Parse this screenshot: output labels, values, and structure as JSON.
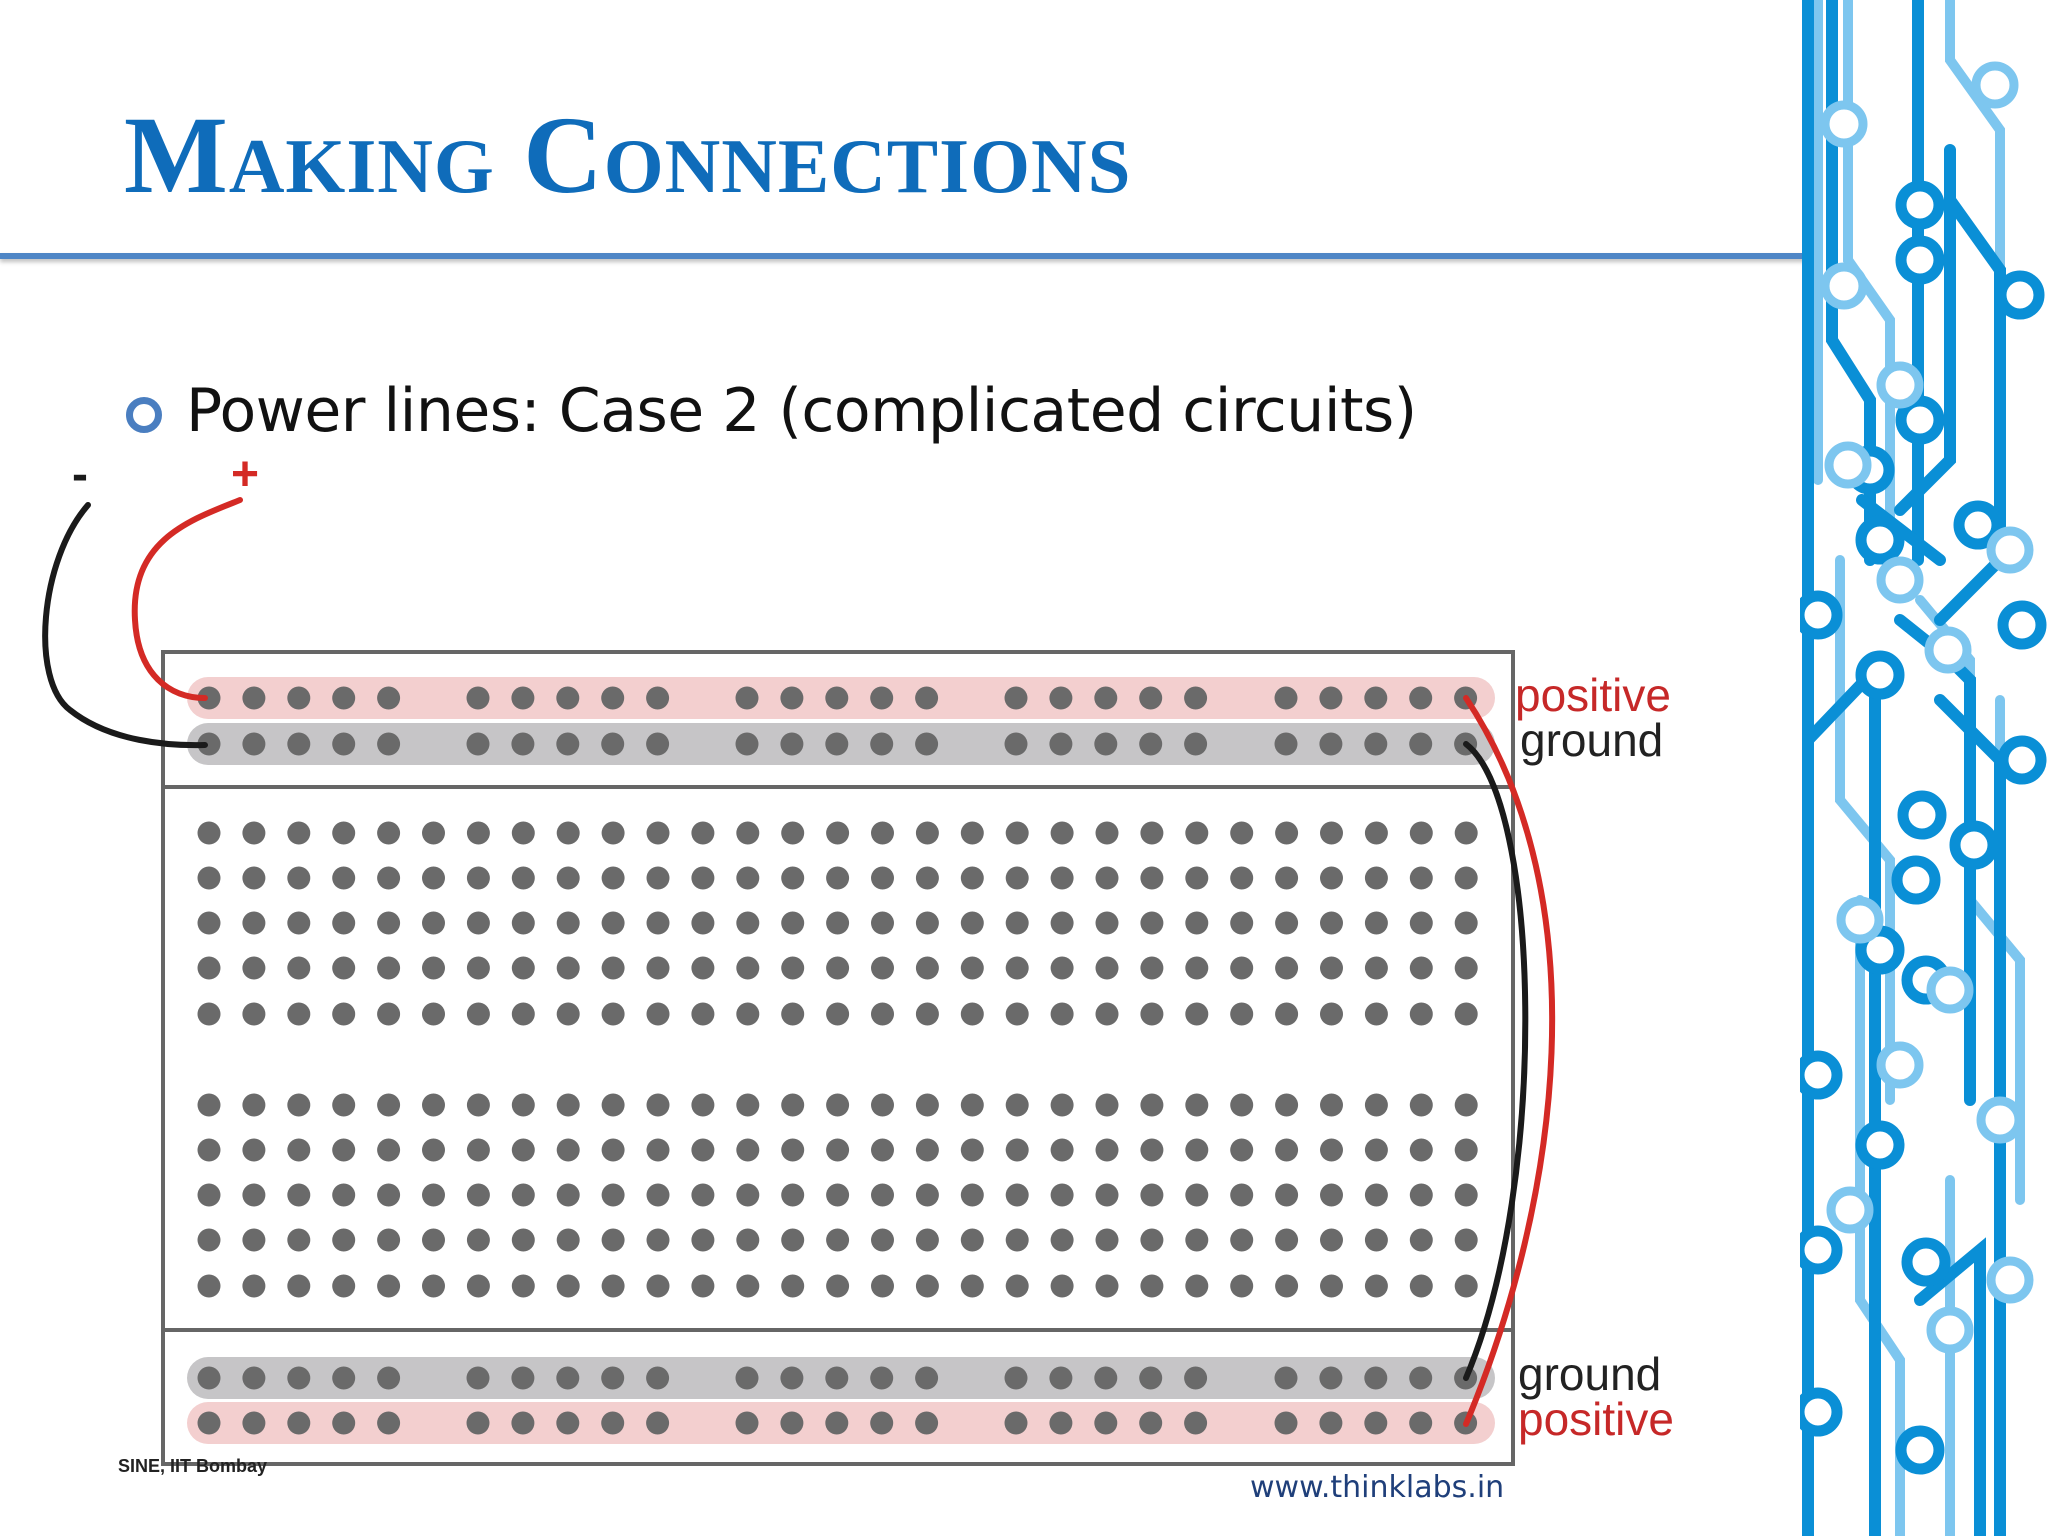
{
  "slide": {
    "title": "Making Connections",
    "bullet": "Power lines: Case 2 (complicated circuits)",
    "footer_left": "SINE, IIT Bombay",
    "footer_right": "www.thinklabs.in"
  },
  "diagram": {
    "terminal_negative": "-",
    "terminal_positive": "+",
    "top_label_positive": "positive",
    "top_label_ground": "ground",
    "bottom_label_ground": "ground",
    "bottom_label_positive": "positive",
    "rail_groups": 5,
    "holes_per_rail_group": 5,
    "terminal_columns": 29,
    "terminal_rows_per_block": 5,
    "colors": {
      "positive_wire": "#d42a25",
      "ground_wire": "#1a1a1a",
      "positive_rail": "#f3cfcf",
      "ground_rail": "#c6c5c7",
      "hole": "#6a6a6a",
      "positive_label": "#c62828",
      "ground_label": "#222222"
    }
  },
  "decoration": {
    "colors": {
      "dark_blue": "#0a8fd6",
      "light_blue": "#7dc6ef"
    }
  }
}
